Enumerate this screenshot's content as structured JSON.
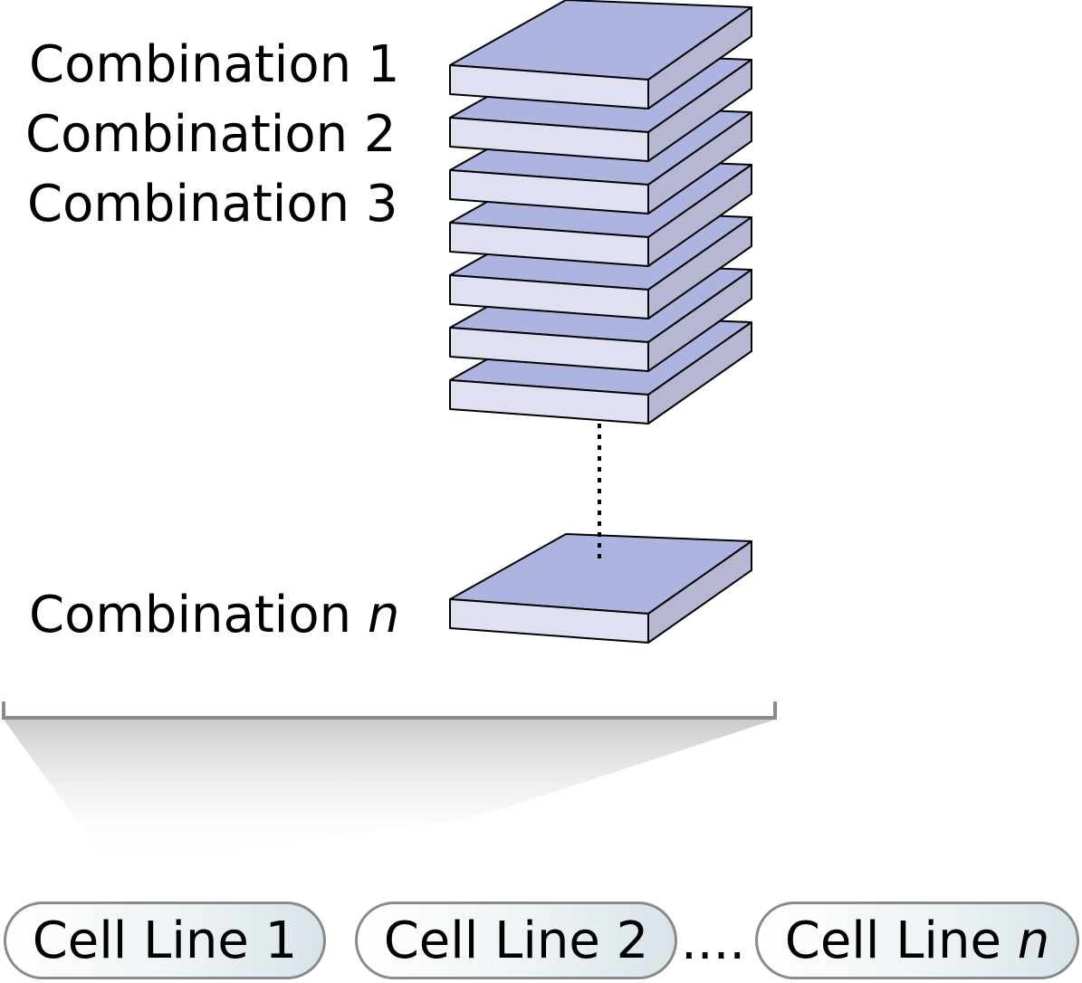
{
  "combinations": {
    "items": [
      {
        "label": "Combination 1"
      },
      {
        "label": "Combination 2"
      },
      {
        "label": "Combination 3"
      }
    ],
    "last_prefix": "Combination ",
    "last_var": "n"
  },
  "cell_lines": {
    "items": [
      {
        "label": "Cell Line 1"
      },
      {
        "label": "Cell Line 2"
      }
    ],
    "separator": "....",
    "last_prefix": "Cell Line ",
    "last_var": "n"
  },
  "colors": {
    "plate_top": "#aeb4e0",
    "plate_front": "#dfe1f3",
    "plate_side": "#b5b7d3",
    "bracket": "#8a8a8a"
  }
}
